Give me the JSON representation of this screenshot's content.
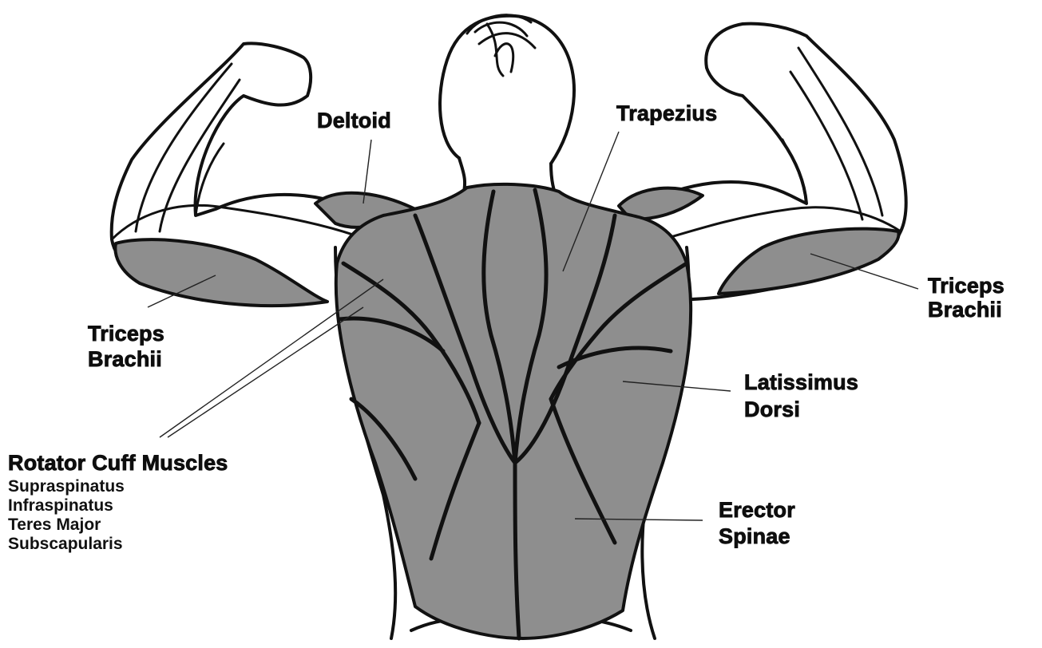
{
  "labels": {
    "deltoid": "Deltoid",
    "trapezius": "Trapezius",
    "triceps_left_1": "Triceps",
    "triceps_left_2": "Brachii",
    "triceps_right_1": "Triceps",
    "triceps_right_2": "Brachii",
    "latissimus_1": "Latissimus",
    "latissimus_2": "Dorsi",
    "erector_1": "Erector",
    "erector_2": "Spinae",
    "rotator_title": "Rotator Cuff Muscles",
    "rotator_items": [
      "Supraspinatus",
      "Infraspinatus",
      "Teres Major",
      "Subscapularis"
    ]
  },
  "colors": {
    "muscle_fill": "#8e8e8e",
    "outline": "#111111",
    "background": "#ffffff"
  }
}
